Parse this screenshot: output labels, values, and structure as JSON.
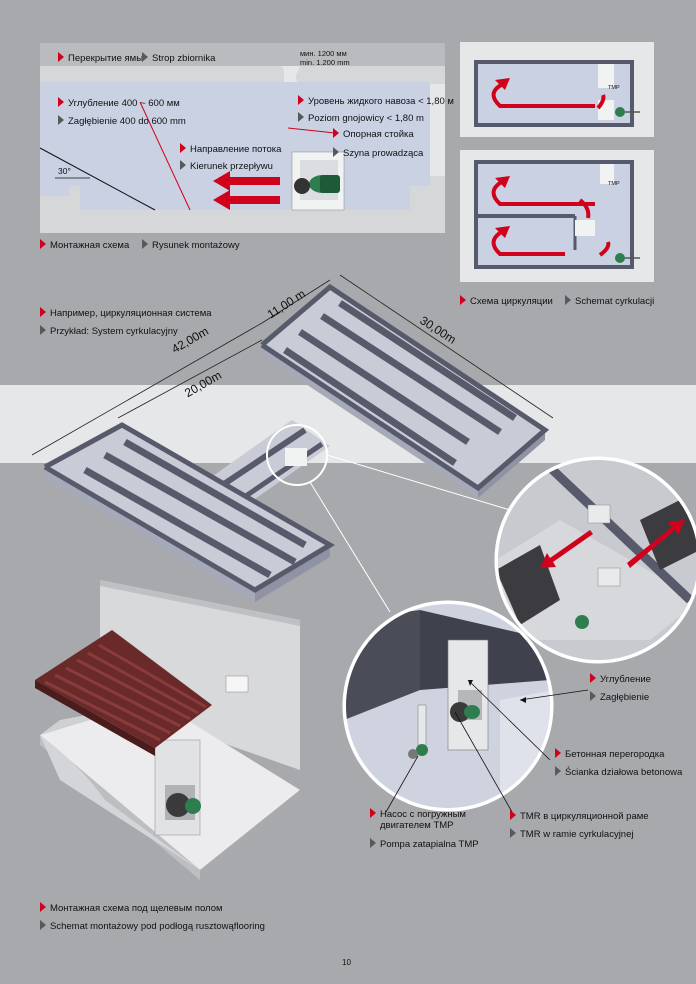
{
  "page_number": "10",
  "top_section": {
    "ceiling_ru": "Перекрытие ямы",
    "ceiling_pl": "Strop zbiornika",
    "min_ru": "мин. 1200 мм",
    "min_pl": "min. 1.200 mm",
    "depth_ru": "Углубление 400 ~ 600 мм",
    "depth_pl": "Zagłębienie 400 do 600 mm",
    "level_ru": "Уровень жидкого навоза < 1,80 м",
    "level_pl": "Poziom gnojowicy < 1,80 m",
    "support_ru": "Опорная стойка",
    "support_pl": "Szyna prowadząca",
    "flow_ru": "Направление потока",
    "flow_pl": "Kierunek przepływu",
    "angle": "30°",
    "caption_ru": "Монтажная схема",
    "caption_pl": "Rysunek montażowy"
  },
  "circulation": {
    "tmp_label": "TMP",
    "caption_ru": "Схема циркуляции",
    "caption_pl": "Schemat cyrkulacji"
  },
  "layout_section": {
    "example_ru": "Например, циркуляционная система",
    "example_pl": "Przykład: System cyrkulacyjny",
    "dim_42": "42,00m",
    "dim_11": "11,00 m",
    "dim_30": "30,00m",
    "dim_20": "20,00m"
  },
  "detail": {
    "depth_ru": "Углубление",
    "depth_pl": "Zagłębienie",
    "wall_ru": "Бетонная перегородка",
    "wall_pl": "Ścianka działowa betonowa",
    "pump_ru_1": "Насос с погружным",
    "pump_ru_2": "двигателем TMP",
    "pump_pl": "Pompa zatapialna TMP",
    "tmr_ru": "TMR в циркуляционной раме",
    "tmr_pl": "TMR w ramie cyrkulacyjnej"
  },
  "bottom": {
    "slatted_ru": "Монтажная схема под щелевым полом",
    "slatted_pl": "Schemat montażowy pod podłogą rusztowąflooring"
  },
  "colors": {
    "accent": "#d0021b",
    "marker_gray": "#58595b",
    "water": "#c9d1e3",
    "wall": "#565a6b"
  }
}
